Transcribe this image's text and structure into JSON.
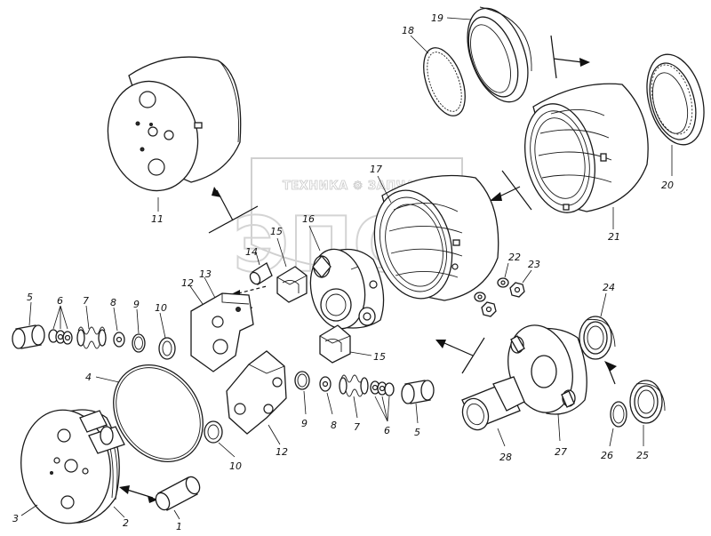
{
  "watermark": {
    "brand_line": "ТЕХНИКА ⚙ ЗАПЧАСТИ",
    "logo_text": "ЭПО"
  },
  "labels": {
    "p1": "1",
    "p2": "2",
    "p3": "3",
    "p4": "4",
    "p5a": "5",
    "p5b": "5",
    "p6a": "6",
    "p6b": "6",
    "p7a": "7",
    "p7b": "7",
    "p8a": "8",
    "p8b": "8",
    "p9a": "9",
    "p9b": "9",
    "p10a": "10",
    "p10b": "10",
    "p11": "11",
    "p12a": "12",
    "p12b": "12",
    "p13": "13",
    "p14": "14",
    "p15a": "15",
    "p15b": "15",
    "p16": "16",
    "p17": "17",
    "p18": "18",
    "p19": "19",
    "p20": "20",
    "p21": "21",
    "p22": "22",
    "p23": "23",
    "p24": "24",
    "p25": "25",
    "p26": "26",
    "p27": "27",
    "p28": "28"
  }
}
